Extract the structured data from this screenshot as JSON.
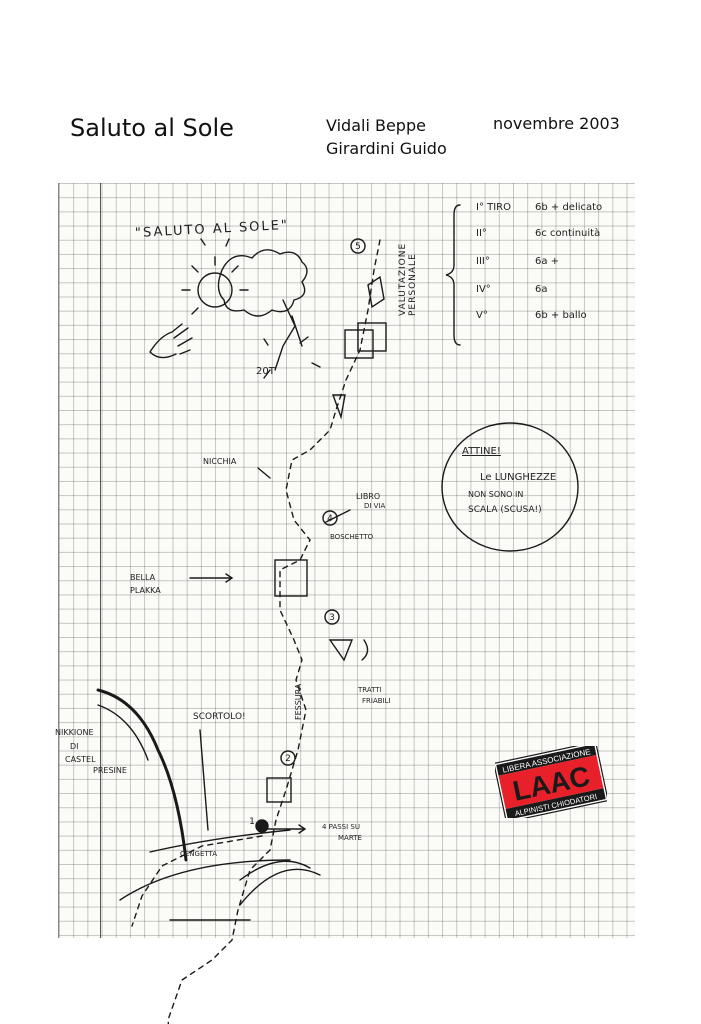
{
  "header": {
    "title": "Saluto al Sole",
    "authors": [
      "Vidali Beppe",
      "Girardini Guido"
    ],
    "date": "novembre 2003"
  },
  "topo": {
    "heading": "\"SALUTO AL SOLE\"",
    "rating_label": "VALUTAZIONE PERSONALE",
    "pitches": [
      {
        "pitch": "I° TIRO",
        "grade": "6b + delicato"
      },
      {
        "pitch": "II°",
        "grade": "6c continuità"
      },
      {
        "pitch": "III°",
        "grade": "6a +"
      },
      {
        "pitch": "IV°",
        "grade": "6a"
      },
      {
        "pitch": "V°",
        "grade": "6b + ballo"
      }
    ],
    "note": {
      "title": "ATTINE!",
      "text": [
        "Le LUNGHEZZE",
        "NON SONO IN",
        "SCALA (SCUSA!)"
      ]
    },
    "labels": {
      "nicchia": "NICCHIA",
      "libro": [
        "LIBRO",
        "DI VIA"
      ],
      "boschetto": "BOSCHETTO",
      "placca": [
        "BELLA",
        "PLAKKA"
      ],
      "tratti": [
        "TRATTI",
        "FRIABILI"
      ],
      "fessura": "FESSURA",
      "scortolo": "SCORTOLO!",
      "nikkione": [
        "NIKKIONE",
        "DI",
        "CASTEL",
        "PRESINE"
      ],
      "passi": [
        "4 PASSI SU",
        "MARTE"
      ],
      "cengetta": "CENGETTA",
      "sun_mark": "20T"
    },
    "belays": [
      "1",
      "2",
      "3",
      "4",
      "5"
    ]
  },
  "logo": {
    "top": "LIBERA ASSOCIAZIONE",
    "main": "LAAC",
    "bottom": "ALPINISTI CHIODATORI",
    "color": "#e8202a"
  }
}
